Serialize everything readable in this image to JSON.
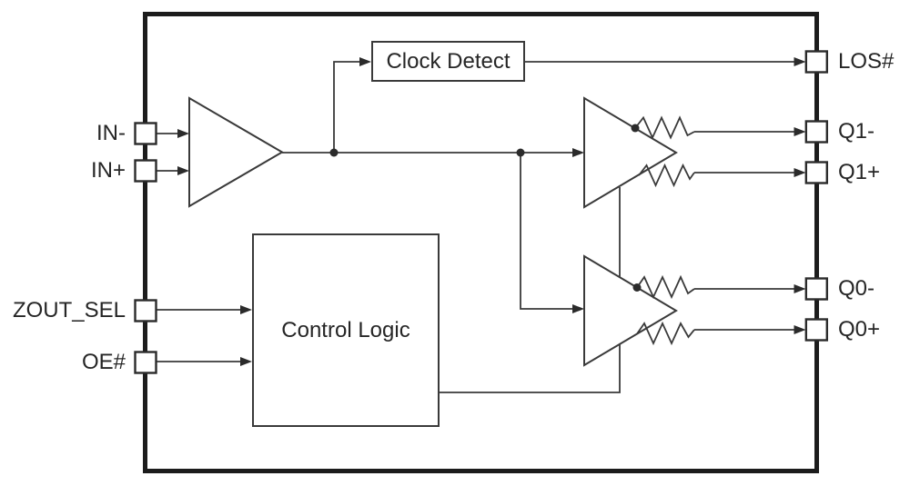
{
  "diagram": {
    "type": "ic-block-diagram",
    "blocks": {
      "clock_detect": "Clock Detect",
      "control_logic": "Control Logic"
    },
    "pins": {
      "left": [
        {
          "id": "in_minus",
          "label": "IN-"
        },
        {
          "id": "in_plus",
          "label": "IN+"
        },
        {
          "id": "zout_sel",
          "label": "ZOUT_SEL"
        },
        {
          "id": "oe",
          "label": "OE#"
        }
      ],
      "right": [
        {
          "id": "los",
          "label": "LOS#"
        },
        {
          "id": "q1_minus",
          "label": "Q1-"
        },
        {
          "id": "q1_plus",
          "label": "Q1+"
        },
        {
          "id": "q0_minus",
          "label": "Q0-"
        },
        {
          "id": "q0_plus",
          "label": "Q0+"
        }
      ]
    },
    "colors": {
      "chip_border": "#1c1c1c",
      "line": "#3a3a3a",
      "fill": "#ffffff",
      "text": "#262626"
    }
  }
}
